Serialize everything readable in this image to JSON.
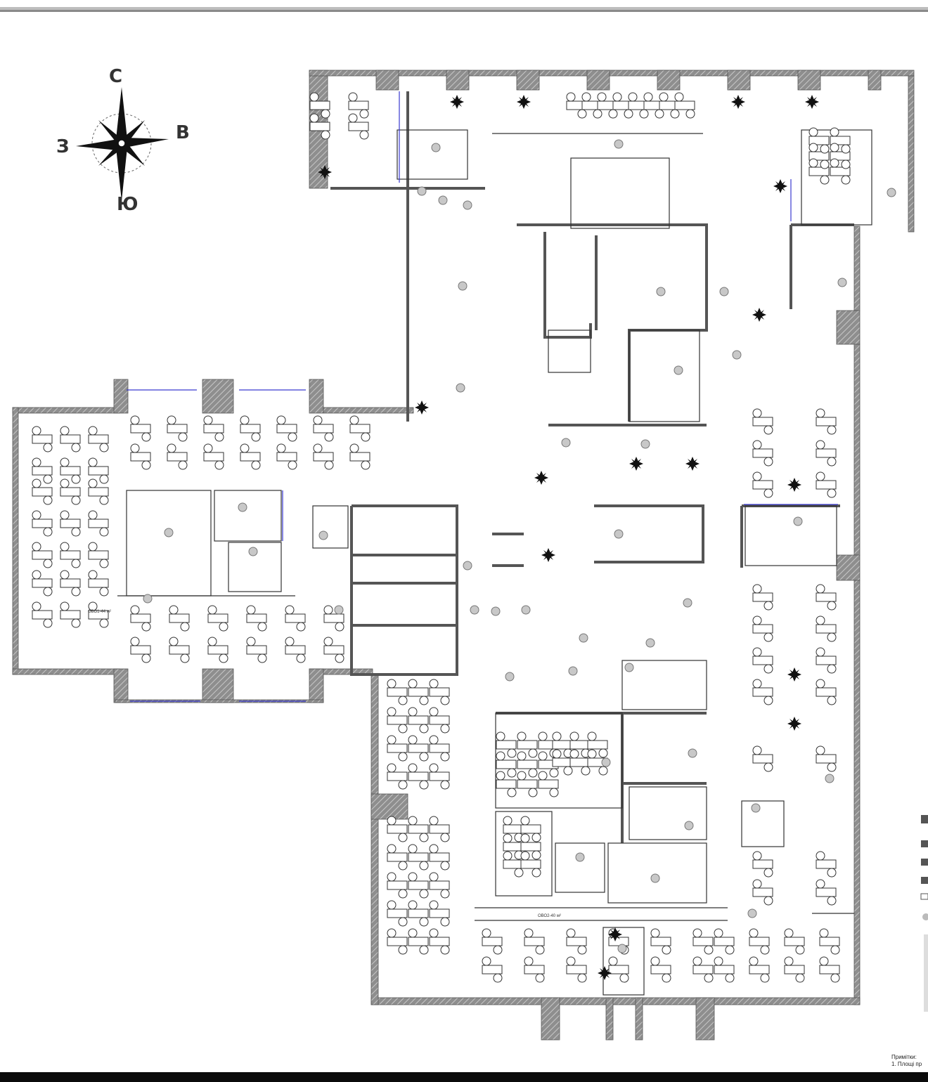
{
  "compass": {
    "north": "С",
    "east": "В",
    "west": "З",
    "south": "Ю"
  },
  "plan": {
    "labels": {
      "west_corridor": "ОВО1-44 м²",
      "south_corridor": "ОВО2-40 м²"
    }
  },
  "notes": {
    "title": "Примітки:",
    "line1": "1. Площі пр"
  },
  "colors": {
    "wall": "#7a7a7a",
    "wall_hatch": "#9e9e9e",
    "line": "#333333",
    "accent_blue": "#3a3ad0"
  }
}
